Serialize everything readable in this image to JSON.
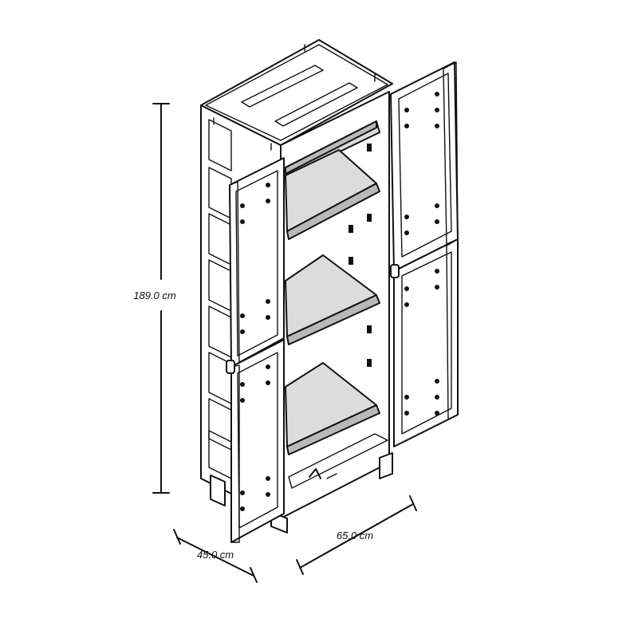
{
  "diagram": {
    "subject": "tall plastic storage cabinet with open doors",
    "line_color": "#111111",
    "shelf_fill": "#dcdcdc",
    "background": "#ffffff"
  },
  "dimensions": {
    "height": "189.0 cm",
    "depth": "45.0 cm",
    "width": "65.0 cm"
  }
}
